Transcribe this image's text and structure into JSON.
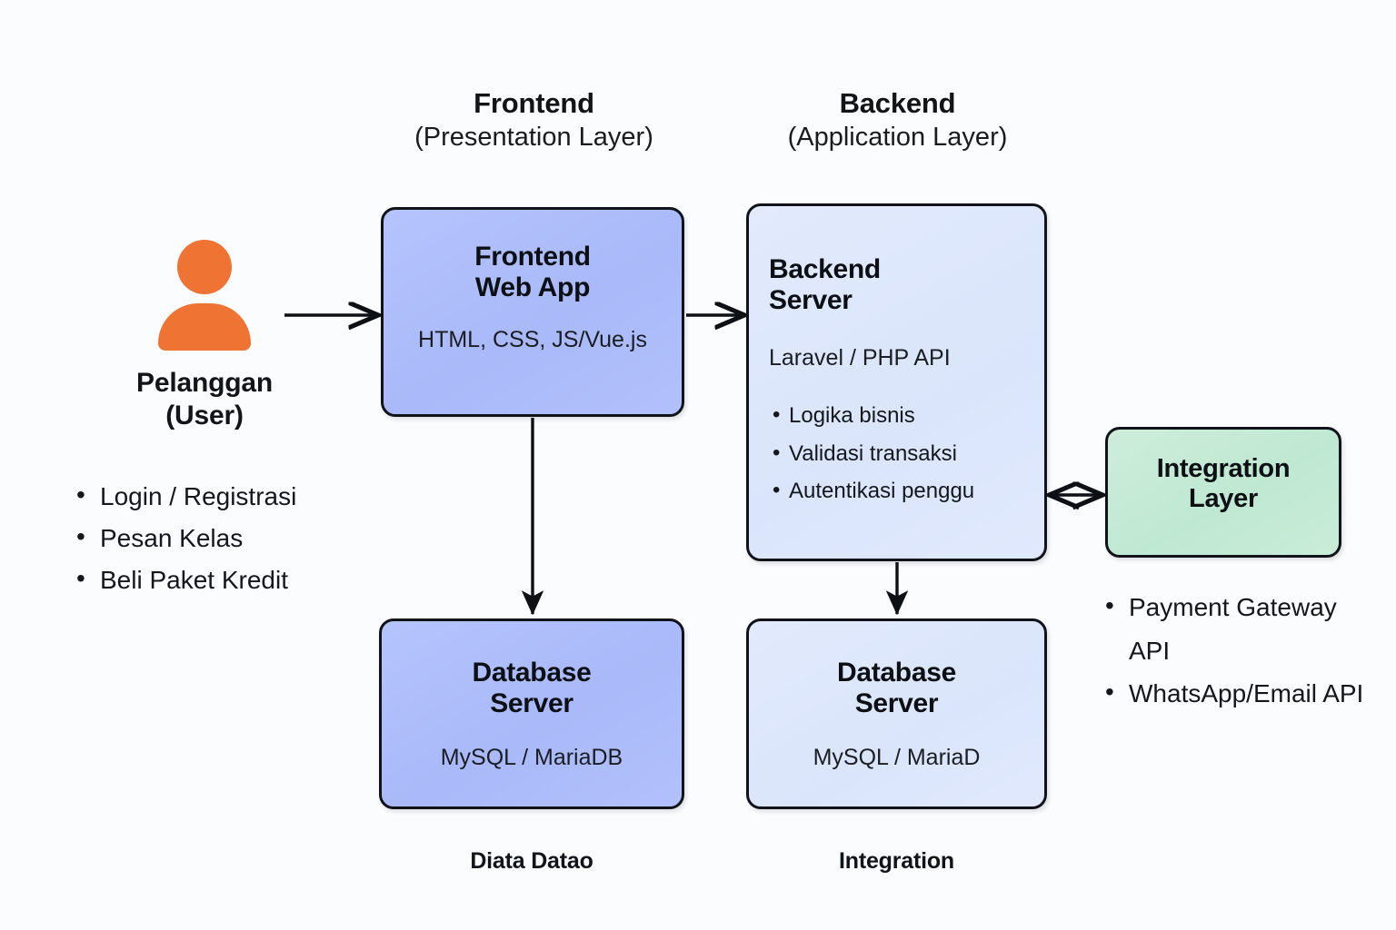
{
  "diagram": {
    "background_color": "#fbfcfe",
    "columns": [
      {
        "title": "Frontend",
        "subtitle": "(Presentation Layer)"
      },
      {
        "title": "Backend",
        "subtitle": "(Application Layer)"
      }
    ],
    "actor": {
      "icon": "user-icon",
      "icon_color": "#ef7434",
      "name_line1": "Pelanggan",
      "name_line2": "(User)",
      "actions": [
        "Login / Registrasi",
        "Pesan Kelas",
        "Beli Paket Kredit"
      ]
    },
    "nodes": {
      "frontend": {
        "title_line1": "Frontend",
        "title_line2": "Web App",
        "subtitle": "HTML, CSS, JS/Vue.js",
        "fill_color": "#aebcfb"
      },
      "backend": {
        "title_line1": "Backend",
        "title_line2": "Server",
        "subtitle": "Laravel / PHP API",
        "fill_color": "#dde7fb",
        "bullets": [
          "Logika bisnis",
          "Validasi transaksi",
          "Autentikasi penggu"
        ]
      },
      "database_left": {
        "title_line1": "Database",
        "title_line2": "Server",
        "subtitle": "MySQL / MariaDB",
        "fill_color": "#aebcfb",
        "caption": "Diata Datao"
      },
      "database_right": {
        "title_line1": "Database",
        "title_line2": "Server",
        "subtitle": "MySQL / MariaD",
        "fill_color": "#dde7fb",
        "caption": "Integration"
      },
      "integration": {
        "title_line1": "Integration",
        "title_line2": "Layer",
        "fill_color": "#cdecd9",
        "apis": [
          "Payment Gateway API",
          "WhatsApp/Email API"
        ]
      }
    },
    "connectors": [
      {
        "name": "user-to-frontend",
        "type": "arrow-right"
      },
      {
        "name": "frontend-to-backend",
        "type": "arrow-right"
      },
      {
        "name": "frontend-to-database",
        "type": "arrow-down"
      },
      {
        "name": "backend-to-database",
        "type": "arrow-down"
      },
      {
        "name": "backend-to-integration",
        "type": "arrow-both"
      }
    ]
  }
}
